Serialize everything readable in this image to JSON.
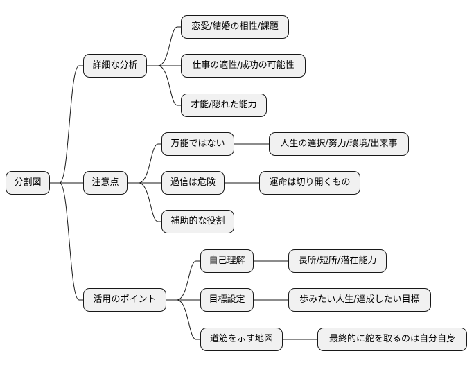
{
  "mindmap": {
    "root": "分割図",
    "branches": [
      {
        "label": "詳細な分析",
        "children": [
          {
            "label": "恋愛/結婚の相性/課題"
          },
          {
            "label": "仕事の適性/成功の可能性"
          },
          {
            "label": "才能/隠れた能力"
          }
        ]
      },
      {
        "label": "注意点",
        "children": [
          {
            "label": "万能ではない",
            "children": [
              {
                "label": "人生の選択/努力/環境/出来事"
              }
            ]
          },
          {
            "label": "過信は危険",
            "children": [
              {
                "label": "運命は切り開くもの"
              }
            ]
          },
          {
            "label": "補助的な役割"
          }
        ]
      },
      {
        "label": "活用のポイント",
        "children": [
          {
            "label": "自己理解",
            "children": [
              {
                "label": "長所/短所/潜在能力"
              }
            ]
          },
          {
            "label": "目標設定",
            "children": [
              {
                "label": "歩みたい人生/達成したい目標"
              }
            ]
          },
          {
            "label": "道筋を示す地図",
            "children": [
              {
                "label": "最終的に舵を取るのは自分自身"
              }
            ]
          }
        ]
      }
    ]
  }
}
